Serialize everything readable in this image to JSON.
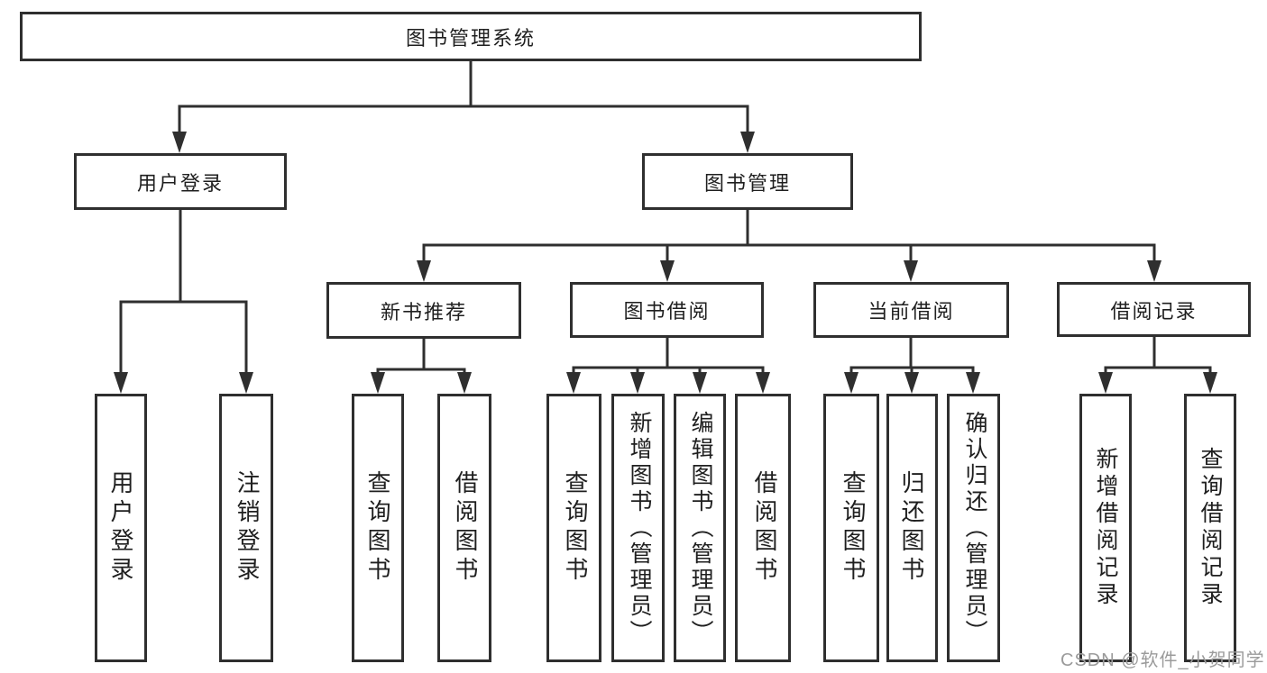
{
  "diagram": {
    "type": "hierarchy",
    "nodes": {
      "root": {
        "label": "图书管理系统"
      },
      "user_login": {
        "label": "用户登录"
      },
      "book_management": {
        "label": "图书管理"
      },
      "new_book_recommend": {
        "label": "新书推荐"
      },
      "book_borrowing": {
        "label": "图书借阅"
      },
      "current_borrowing": {
        "label": "当前借阅"
      },
      "borrowing_records": {
        "label": "借阅记录"
      },
      "leaves": {
        "user_login": "用户登录",
        "logout_login": "注销登录",
        "recommend_query_books": "查询图书",
        "recommend_borrow_books": "借阅图书",
        "borrowing_query_books": "查询图书",
        "borrowing_add_books_admin": "新增图书（管理员）",
        "borrowing_edit_books_admin": "编辑图书（管理员）",
        "borrowing_borrow_books": "借阅图书",
        "current_query_books": "查询图书",
        "current_return_books": "归还图书",
        "current_confirm_return_admin": "确认归还（管理员）",
        "records_add_record": "新增借阅记录",
        "records_query_record": "查询借阅记录"
      }
    },
    "edges": [
      {
        "from": "图书管理系统",
        "to": "用户登录"
      },
      {
        "from": "图书管理系统",
        "to": "图书管理"
      },
      {
        "from": "用户登录",
        "to": "用户登录(叶)"
      },
      {
        "from": "用户登录",
        "to": "注销登录"
      },
      {
        "from": "图书管理",
        "to": "新书推荐"
      },
      {
        "from": "图书管理",
        "to": "图书借阅"
      },
      {
        "from": "图书管理",
        "to": "当前借阅"
      },
      {
        "from": "图书管理",
        "to": "借阅记录"
      },
      {
        "from": "新书推荐",
        "to": "查询图书"
      },
      {
        "from": "新书推荐",
        "to": "借阅图书"
      },
      {
        "from": "图书借阅",
        "to": "查询图书"
      },
      {
        "from": "图书借阅",
        "to": "新增图书（管理员）"
      },
      {
        "from": "图书借阅",
        "to": "编辑图书（管理员）"
      },
      {
        "from": "图书借阅",
        "to": "借阅图书"
      },
      {
        "from": "当前借阅",
        "to": "查询图书"
      },
      {
        "from": "当前借阅",
        "to": "归还图书"
      },
      {
        "from": "当前借阅",
        "to": "确认归还（管理员）"
      },
      {
        "from": "借阅记录",
        "to": "新增借阅记录"
      },
      {
        "from": "借阅记录",
        "to": "查询借阅记录"
      }
    ],
    "colors": {
      "line": "#2f2f2f",
      "box_border": "#2f2f2f",
      "box_fill": "#ffffff",
      "text": "#1f1f1f",
      "watermark": "#9b9b9b",
      "background": "#ffffff"
    },
    "watermark": {
      "text": "CSDN @软件_小贺同学"
    }
  }
}
